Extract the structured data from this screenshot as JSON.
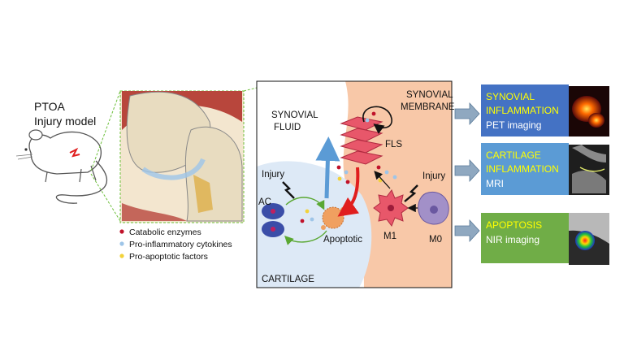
{
  "model": {
    "line1": "PTOA",
    "line2": "Injury model"
  },
  "legend": {
    "items": [
      {
        "label": "Catabolic enzymes",
        "color": "#c0122a"
      },
      {
        "label": "Pro-inflammatory cytokines",
        "color": "#9ec5e8"
      },
      {
        "label": "Pro-apoptotic factors",
        "color": "#f2d23a"
      }
    ]
  },
  "mechanism": {
    "synovial_fluid": [
      "SYNOVIAL",
      "FLUID"
    ],
    "synovial_membrane": [
      "SYNOVIAL",
      "MEMBRANE"
    ],
    "cartilage": "CARTILAGE",
    "fls": "FLS",
    "ac": "AC",
    "apoptotic": "Apoptotic",
    "m1": "M1",
    "m0": "M0",
    "injury_left": "Injury",
    "injury_right": "Injury"
  },
  "imaging": [
    {
      "title_lines": [
        "SYNOVIAL",
        "INFLAMMATION"
      ],
      "method": "PET imaging",
      "bg": "#4472c4"
    },
    {
      "title_lines": [
        "CARTILAGE",
        "INFLAMMATION"
      ],
      "method": "MRI",
      "bg": "#5b9bd5"
    },
    {
      "title_lines": [
        "APOPTOSIS"
      ],
      "method": "NIR imaging",
      "bg": "#70ad47"
    }
  ],
  "colors": {
    "title_yellow": "#ffff00",
    "membrane": "#f8c8a8",
    "cartilage": "#dde9f6",
    "dashed_green": "#6cbf3a"
  }
}
